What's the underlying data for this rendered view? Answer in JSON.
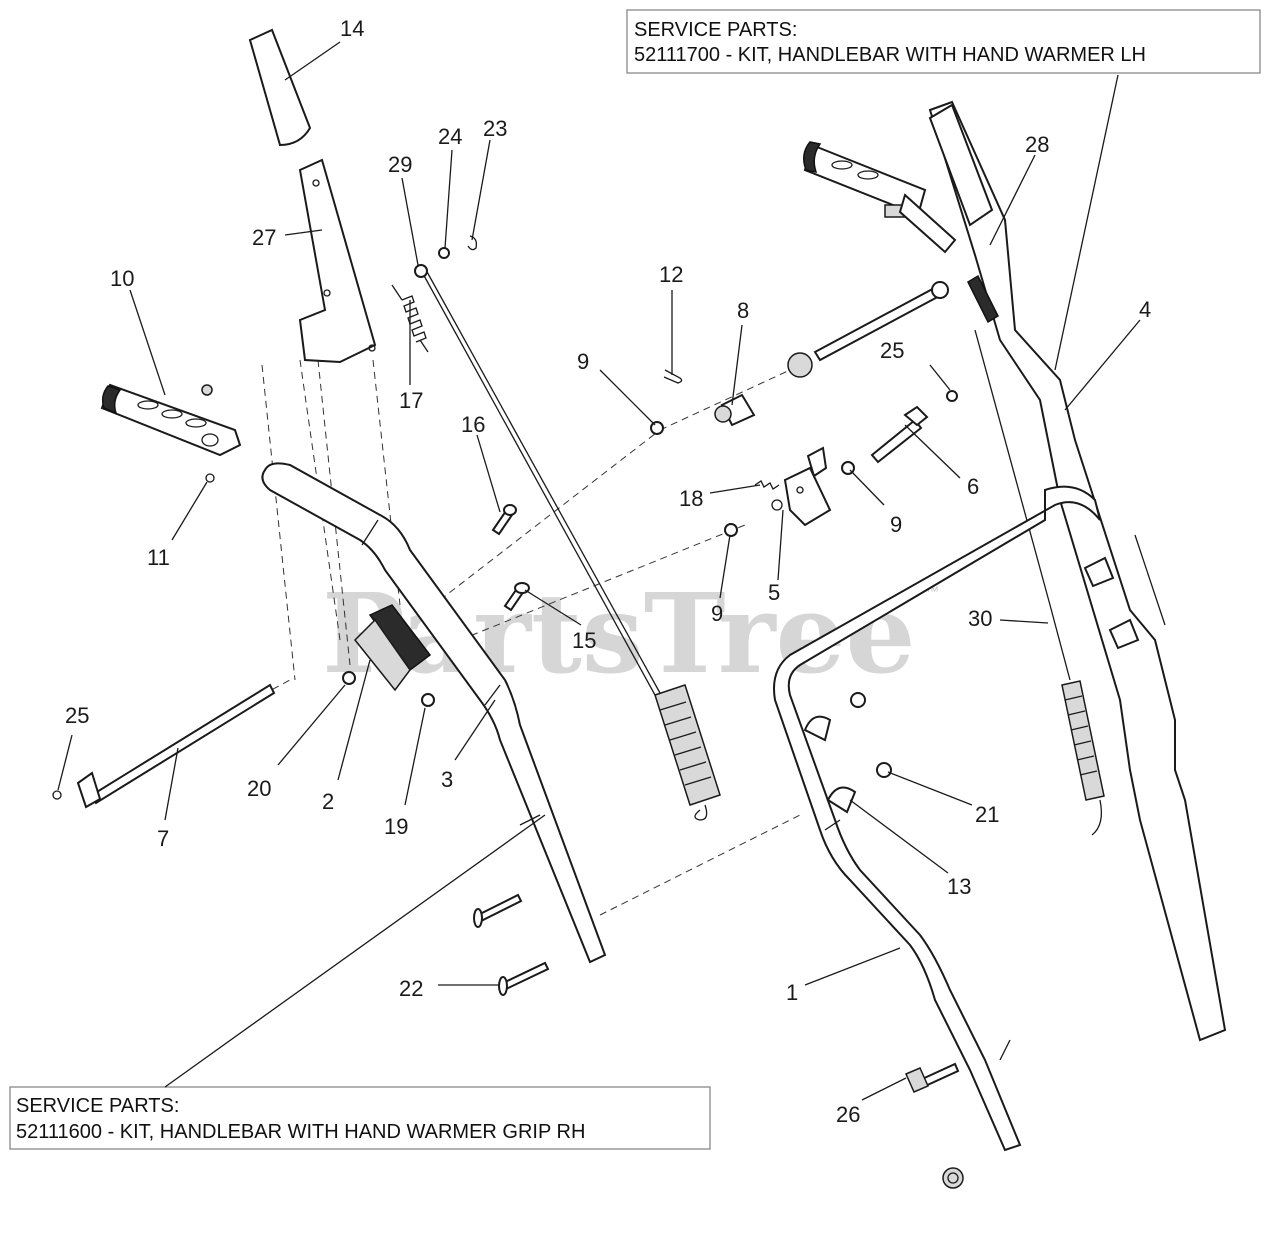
{
  "service_box_lh": {
    "line1": "SERVICE PARTS:",
    "line2": "52111700 - KIT, HANDLEBAR WITH HAND WARMER LH"
  },
  "service_box_rh": {
    "line1": "SERVICE PARTS:",
    "line2": "52111600 - KIT, HANDLEBAR WITH HAND WARMER GRIP RH"
  },
  "watermark": {
    "text": "PartsTree",
    "mark": "™"
  },
  "callouts": {
    "c1": "1",
    "c2": "2",
    "c3": "3",
    "c4": "4",
    "c5": "5",
    "c6": "6",
    "c7": "7",
    "c8": "8",
    "c9a": "9",
    "c9b": "9",
    "c9c": "9",
    "c10": "10",
    "c11": "11",
    "c12": "12",
    "c13": "13",
    "c14": "14",
    "c15": "15",
    "c16": "16",
    "c17": "17",
    "c18": "18",
    "c19": "19",
    "c20": "20",
    "c21": "21",
    "c22": "22",
    "c23": "23",
    "c24": "24",
    "c25a": "25",
    "c25b": "25",
    "c26": "26",
    "c27": "27",
    "c28": "28",
    "c29": "29",
    "c30": "30"
  }
}
